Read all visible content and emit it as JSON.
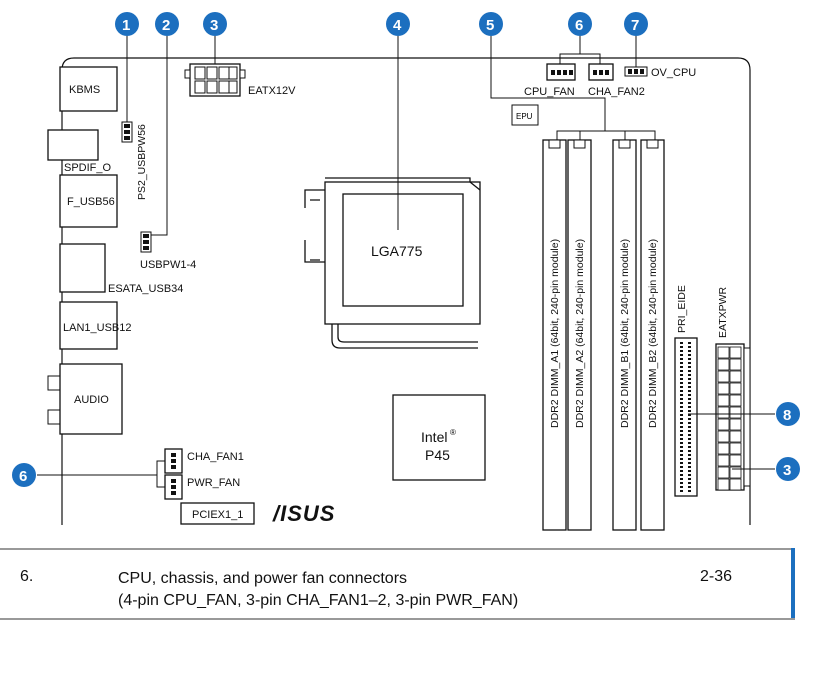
{
  "callouts": [
    "1",
    "2",
    "3",
    "4",
    "5",
    "6",
    "7",
    "8",
    "3",
    "6"
  ],
  "labels": {
    "kbms": "KBMS",
    "spdif": "SPDIF_O",
    "f_usb56": "F_USB56",
    "esata": "ESATA_USB34",
    "lan": "LAN1_USB12",
    "audio": "AUDIO",
    "ps2_usbpw": "PS2_USBPW56",
    "usbpw14": "USBPW1-4",
    "eatx12v": "EATX12V",
    "lga": "LGA775",
    "cpu_fan": "CPU_FAN",
    "cha_fan2": "CHA_FAN2",
    "ov_cpu": "OV_CPU",
    "epu": "EPU",
    "dimm_a1": "DDR2 DIMM_A1 (64bit, 240-pin module)",
    "dimm_a2": "DDR2 DIMM_A2 (64bit, 240-pin module)",
    "dimm_b1": "DDR2 DIMM_B1 (64bit, 240-pin module)",
    "dimm_b2": "DDR2 DIMM_B2 (64bit, 240-pin module)",
    "pri_eide": "PRI_EIDE",
    "eatxpwr": "EATXPWR",
    "intel": "Intel",
    "reg": "®",
    "p45": "P45",
    "cha_fan1": "CHA_FAN1",
    "pwr_fan": "PWR_FAN",
    "pciex1": "PCIEX1_1",
    "logo": "/ISUS"
  },
  "colors": {
    "callout": "#1c6fbf",
    "line": "#111111",
    "accent": "#1c6fbf"
  },
  "table": {
    "number": "6.",
    "desc_line1": "CPU, chassis, and power fan connectors",
    "desc_line2": "(4-pin CPU_FAN, 3-pin CHA_FAN1–2, 3-pin PWR_FAN)",
    "page": "2-36"
  }
}
